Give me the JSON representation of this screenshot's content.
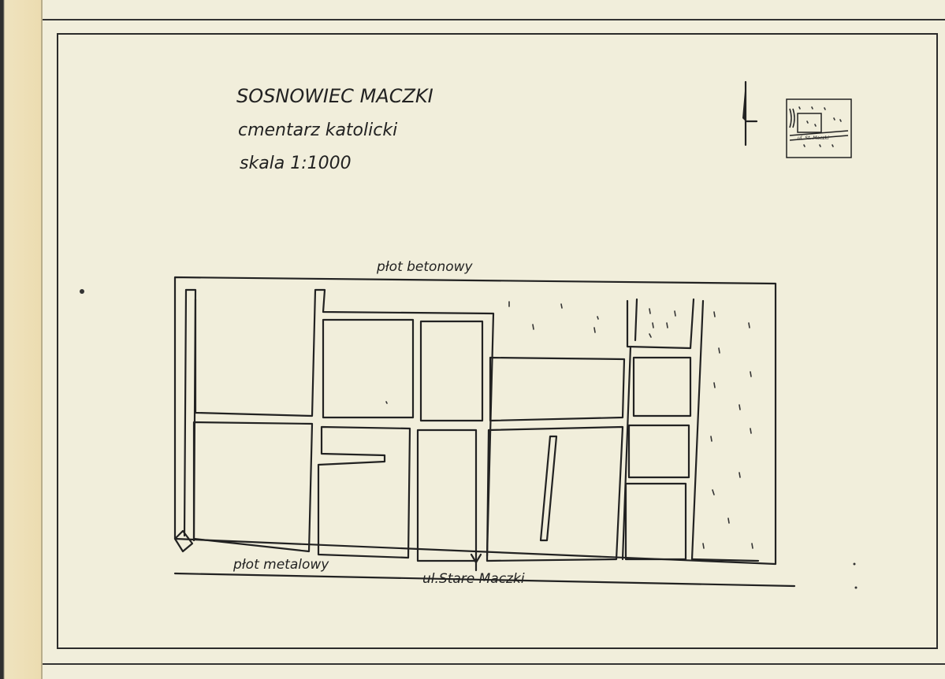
{
  "title": {
    "line1": "SOSNOWIEC MACZKI",
    "line2": "cmentarz katolicki",
    "line3": "skala 1:1000"
  },
  "labels": {
    "fence_top": "płot betonowy",
    "fence_bottom": "płot metalowy",
    "street": "ul.Stare  Maczki"
  },
  "inset": {
    "street_label": "ul. St. Maczki"
  },
  "north_arrow": {
    "icon": "north-arrow-icon"
  },
  "colors": {
    "paper": "#f1eedb",
    "ink": "#222222"
  }
}
